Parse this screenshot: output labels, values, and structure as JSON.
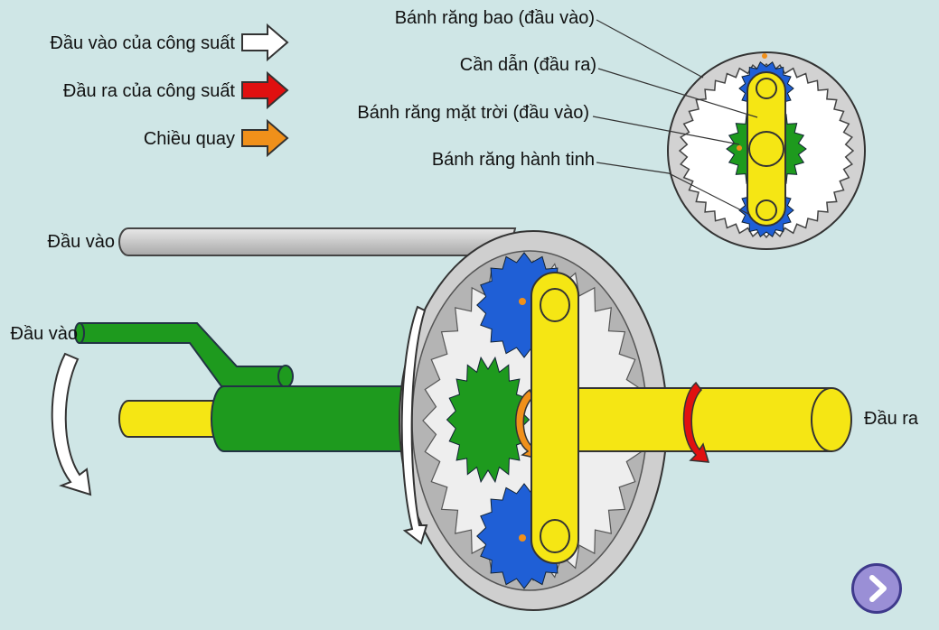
{
  "legend": {
    "input_power": "Đầu vào của công suất",
    "output_power": "Đầu ra của công suất",
    "rotation_direction": "Chiều quay"
  },
  "callouts": {
    "ring_gear": "Bánh răng bao (đầu vào)",
    "carrier": "Cần dẫn (đầu ra)",
    "sun_gear": "Bánh răng mặt trời (đầu vào)",
    "planet_gear": "Bánh răng hành tinh"
  },
  "shafts": {
    "input_top": "Đầu vào",
    "input_left": "Đầu vào",
    "output_right": "Đầu ra"
  },
  "colors": {
    "background": "#cfe6e6",
    "ring_gear": "#c8c8c8",
    "carrier": "#f5e614",
    "sun_gear": "#1e9a1e",
    "planet_gear": "#1f5fd6",
    "input_arrow": "#ffffff",
    "output_arrow": "#e01010",
    "rotation_arrow": "#f0901a",
    "next_button": "#9a8fd6"
  },
  "icons": {
    "next_button": "chevron-right-icon"
  }
}
